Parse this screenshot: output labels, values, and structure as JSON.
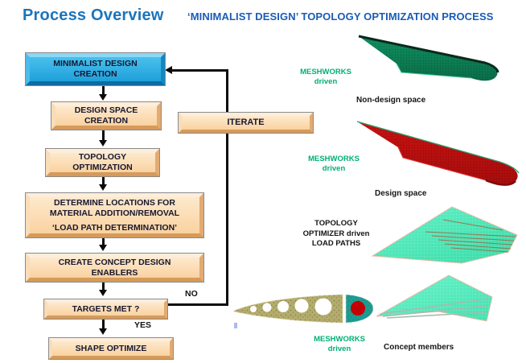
{
  "header": {
    "title": "Process Overview",
    "subtitle": "‘MINIMALIST DESIGN’ TOPOLOGY OPTIMIZATION PROCESS"
  },
  "flow": {
    "boxes": [
      {
        "name": "minimalist-design-creation",
        "lines": [
          "MINIMALIST DESIGN",
          "CREATION"
        ]
      },
      {
        "name": "design-space-creation",
        "lines": [
          "DESIGN SPACE",
          "CREATION"
        ]
      },
      {
        "name": "topology-optimization",
        "lines": [
          "TOPOLOGY",
          "OPTIMIZATION"
        ]
      },
      {
        "name": "determine-locations",
        "lines": [
          "DETERMINE LOCATIONS FOR",
          "MATERIAL ADDITION/REMOVAL",
          "‘LOAD PATH DETERMINATION’"
        ]
      },
      {
        "name": "create-concept-design-enablers",
        "lines": [
          "CREATE CONCEPT DESIGN",
          "ENABLERS"
        ]
      },
      {
        "name": "targets-met",
        "lines": [
          "TARGETS MET ?"
        ]
      },
      {
        "name": "shape-optimize",
        "lines": [
          "SHAPE OPTIMIZE"
        ]
      }
    ],
    "iterate_label": "ITERATE",
    "no_label": "NO",
    "yes_label": "YES"
  },
  "panel": {
    "meshworks_top": {
      "line1": "MESHWORKS",
      "line2": "driven"
    },
    "non_design_label": "Non-design space",
    "meshworks_mid": {
      "line1": "MESHWORKS",
      "line2": "driven"
    },
    "design_label": "Design space",
    "topology_optimizer": {
      "line1": "TOPOLOGY",
      "line2": "OPTIMIZER driven",
      "line3": "LOAD PATHS"
    },
    "meshworks_bottom": {
      "line1": "MESHWORKS",
      "line2": "driven"
    },
    "concept_label": "Concept members",
    "images": [
      "non-design-space-wing",
      "design-space-wing",
      "load-paths-wing",
      "concept-members-wing",
      "rib-cross-section"
    ]
  },
  "colors": {
    "title_blue": "#1b75bc",
    "subtitle_blue": "#1a5cb5",
    "process_box_blue": "#29abe2",
    "process_box_tan": "#fbd7a8",
    "meshworks_green": "#00b073",
    "wing_green": "#0e8a5b",
    "wing_red": "#c01010",
    "wing_mint": "#55ecbe",
    "rib_olive": "#b2ad6d",
    "rib_teal": "#1b9d94",
    "rib_red": "#c40000"
  }
}
